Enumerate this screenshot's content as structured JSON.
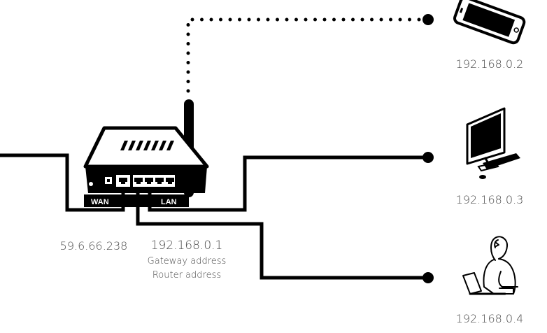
{
  "router": {
    "wan_label": "WAN",
    "lan_label": "LAN",
    "wan_ip": "59.6.66.238",
    "lan_ip": "192.168.0.1",
    "gateway_note": "Gateway address",
    "router_note": "Router address"
  },
  "devices": [
    {
      "icon": "smartphone-icon",
      "ip": "192.168.0.2",
      "link": "wireless (dotted)"
    },
    {
      "icon": "desktop-computer-icon",
      "ip": "192.168.0.3",
      "link": "wired"
    },
    {
      "icon": "person-with-laptop-icon",
      "ip": "192.168.0.4",
      "link": "wired"
    }
  ],
  "colors": {
    "line": "#000000",
    "label": "#4a4a4a",
    "background": "#ffffff"
  }
}
